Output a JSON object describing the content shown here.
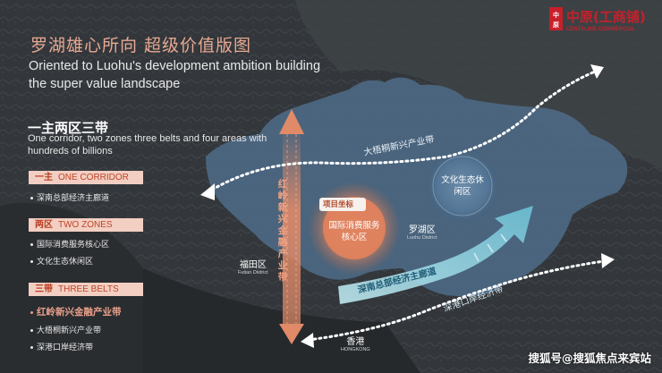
{
  "heading": {
    "cn": "罗湖雄心所向 超级价值版图",
    "en": "Oriented to Luohu's development ambition building the super value landscape"
  },
  "subheading": {
    "cn": "一主两区三带",
    "en": "One corridor, two zones three belts and four areas with hundreds of billions"
  },
  "legend": {
    "one_corridor": {
      "cn": "一主",
      "en": "ONE CORRIDOR",
      "items": [
        "深南总部经济主廊道"
      ]
    },
    "two_zones": {
      "cn": "两区",
      "en": "TWO ZONES",
      "items": [
        "国际消费服务核心区",
        "文化生态休闲区"
      ]
    },
    "three_belts": {
      "cn": "三带",
      "en": "THREE BELTS",
      "items": [
        "红岭新兴金融产业带",
        "大梧桐新兴产业带",
        "深港口岸经济带"
      ]
    }
  },
  "map_labels": {
    "project": "项目坐标",
    "consumption_zone": "国际消费服务核心区",
    "eco_zone": "文化生态休闲区",
    "luohu": {
      "cn": "罗湖区",
      "en": "Luohu District"
    },
    "futian": {
      "cn": "福田区",
      "en": "Futian District"
    },
    "hongkong": {
      "cn": "香港",
      "en": "HONGKONG"
    },
    "dawutong_belt": "大梧桐新兴产业带",
    "shennan_corridor": "深南总部经济主廊道",
    "port_belt": "深港口岸经济带",
    "hongling_belt": "红岭新兴金融产业带"
  },
  "logo": {
    "cn": "中原(工商铺)",
    "en": "CENTALINE COMMERCIAL",
    "mark": "中原"
  },
  "watermark": "搜狐号@搜狐焦点来宾站",
  "colors": {
    "accent": "#e07a5f",
    "district_fill": "#4f6e8c",
    "arrow_cyan": "#a8dde9",
    "tag_bg": "#f2cfc2"
  }
}
